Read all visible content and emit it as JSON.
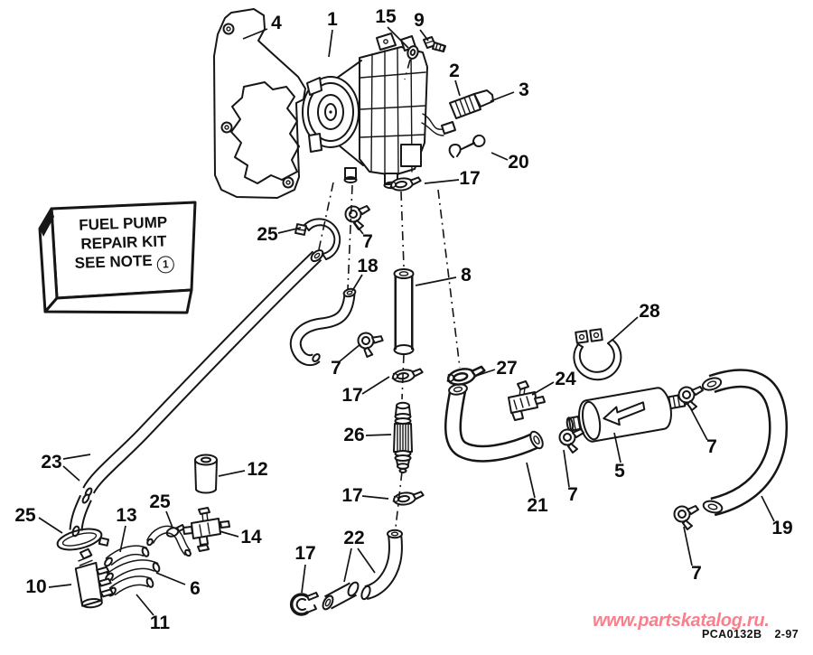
{
  "note_box": {
    "lines": [
      "FUEL PUMP",
      "REPAIR KIT",
      "SEE NOTE"
    ],
    "note_ref": "1"
  },
  "callouts": [
    {
      "part": "4"
    },
    {
      "part": "1"
    },
    {
      "part": "15"
    },
    {
      "part": "9"
    },
    {
      "part": "2"
    },
    {
      "part": "3"
    },
    {
      "part": "20"
    },
    {
      "part": "17"
    },
    {
      "part": "25"
    },
    {
      "part": "7"
    },
    {
      "part": "18"
    },
    {
      "part": "8"
    },
    {
      "part": "7"
    },
    {
      "part": "17"
    },
    {
      "part": "27"
    },
    {
      "part": "24"
    },
    {
      "part": "28"
    },
    {
      "part": "26"
    },
    {
      "part": "17"
    },
    {
      "part": "22"
    },
    {
      "part": "17"
    },
    {
      "part": "21"
    },
    {
      "part": "5"
    },
    {
      "part": "7"
    },
    {
      "part": "7"
    },
    {
      "part": "19"
    },
    {
      "part": "7"
    },
    {
      "part": "23"
    },
    {
      "part": "12"
    },
    {
      "part": "25"
    },
    {
      "part": "13"
    },
    {
      "part": "25"
    },
    {
      "part": "14"
    },
    {
      "part": "10"
    },
    {
      "part": "6"
    },
    {
      "part": "11"
    }
  ],
  "watermark": {
    "text": "www.partskatalog.ru.",
    "color": "#f97f8b"
  },
  "drawing_code": {
    "code": "PCA0132B",
    "revision": "2-97"
  },
  "line_color": "#161616",
  "background": "#ffffff"
}
